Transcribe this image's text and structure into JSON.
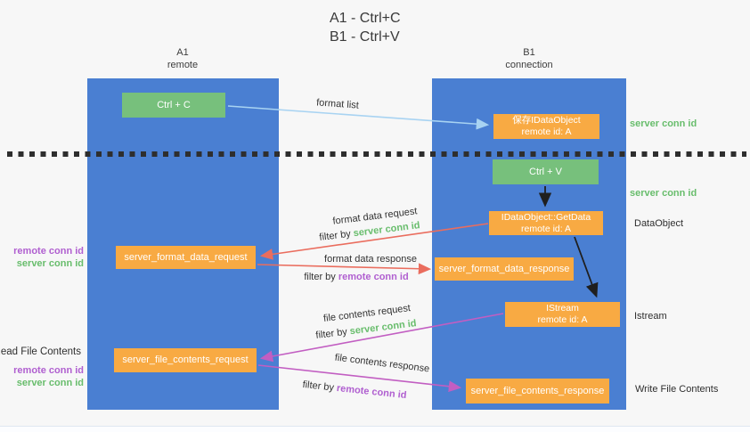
{
  "title": {
    "line1": "A1 - Ctrl+C",
    "line2": "B1 - Ctrl+V"
  },
  "columns": {
    "left": {
      "header": "A1\nremote"
    },
    "right": {
      "header": "B1\nconnection"
    }
  },
  "nodes": {
    "ctrl_c": {
      "label": "Ctrl + C"
    },
    "save_idataobject": {
      "line1": "保存IDataObject",
      "line2": "remote id: A"
    },
    "ctrl_v": {
      "label": "Ctrl + V"
    },
    "getdata": {
      "line1": "IDataObject::GetData",
      "line2": "remote id: A"
    },
    "istream": {
      "line1": "IStream",
      "line2": "remote id: A"
    },
    "server_format_data_request": {
      "label": "server_format_data_request"
    },
    "server_format_data_response": {
      "label": "server_format_data_response"
    },
    "server_file_contents_request": {
      "label": "server_file_contents_request"
    },
    "server_file_contents_response": {
      "label": "server_file_contents_response"
    }
  },
  "flows": {
    "format_list": {
      "label": "format list"
    },
    "format_data_request": {
      "label": "format data request",
      "filter_prefix": "filter by ",
      "filter_key": "server conn id"
    },
    "format_data_response": {
      "label": "format data response",
      "filter_prefix": "filter by ",
      "filter_key": "remote conn id"
    },
    "file_contents_request": {
      "label": "file contents request",
      "filter_prefix": "filter by ",
      "filter_key": "server conn id"
    },
    "file_contents_response": {
      "label": "file contents response",
      "filter_prefix": "filter by ",
      "filter_key": "remote conn id"
    }
  },
  "side_labels": {
    "server_conn_id_top_right": "server conn id",
    "server_conn_id_mid_right": "server conn id",
    "dataobject": "DataObject",
    "istream": "Istream",
    "write_file_contents": "Write File Contents",
    "remote_conn_id_left_top": "remote conn id",
    "server_conn_id_left_top": "server conn id",
    "read_file_contents": "Read File Contents",
    "remote_conn_id_left_bottom": "remote conn id",
    "server_conn_id_left_bottom": "server conn id"
  },
  "colors": {
    "column_blue": "#4a7fd2",
    "node_green": "#77c07c",
    "node_orange": "#f8aa43",
    "arrow_light_blue": "#a8d3f2",
    "arrow_red": "#ea6d5e",
    "arrow_magenta": "#c25ec2",
    "arrow_black": "#1f1f1f",
    "text_green": "#68bd6c",
    "text_purple": "#b05fd0"
  }
}
